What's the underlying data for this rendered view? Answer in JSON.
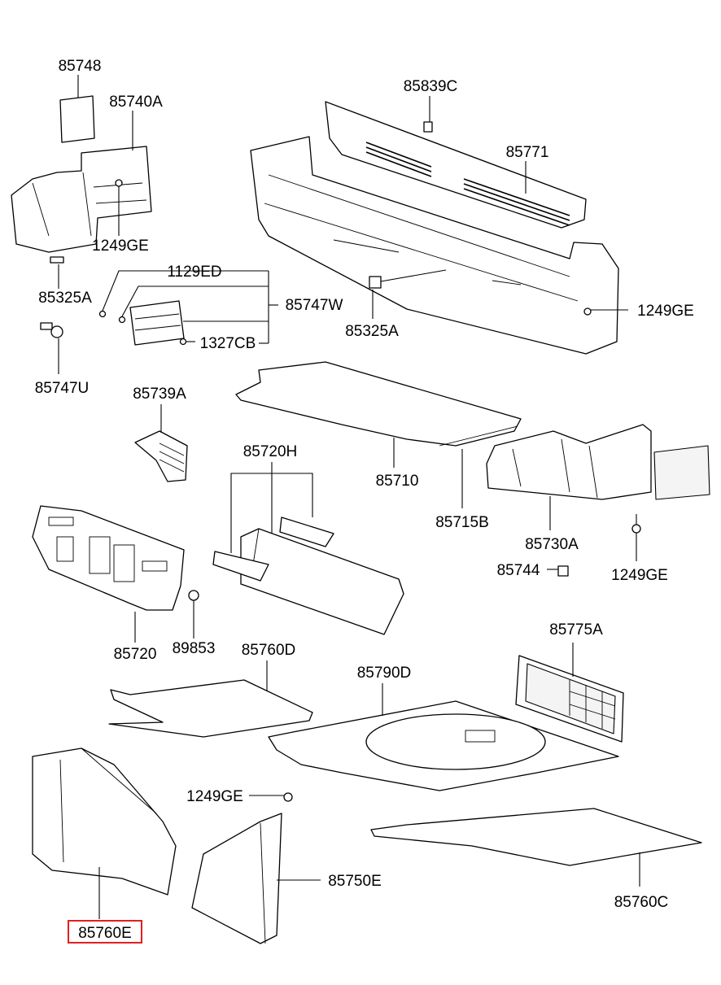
{
  "diagram": {
    "callouts": {
      "p85748": "85748",
      "p85740A": "85740A",
      "p1249GE_a": "1249GE",
      "p85325A_a": "85325A",
      "p1129ED": "1129ED",
      "p85747W": "85747W",
      "p1327CB": "1327CB",
      "p85747U": "85747U",
      "p85839C": "85839C",
      "p85771": "85771",
      "p85325A_b": "85325A",
      "p1249GE_b": "1249GE",
      "p85739A": "85739A",
      "p85720H": "85720H",
      "p85710": "85710",
      "p85715B": "85715B",
      "p85730A": "85730A",
      "p85744": "85744",
      "p1249GE_c": "1249GE",
      "p85720": "85720",
      "p89853": "89853",
      "p85760D": "85760D",
      "p85790D": "85790D",
      "p85775A": "85775A",
      "p1249GE_d": "1249GE",
      "p85750E": "85750E",
      "p85760C": "85760C",
      "p85760E": "85760E"
    },
    "highlighted_part": "85760E",
    "highlight_color": "#e02020",
    "line_color": "#000000"
  }
}
